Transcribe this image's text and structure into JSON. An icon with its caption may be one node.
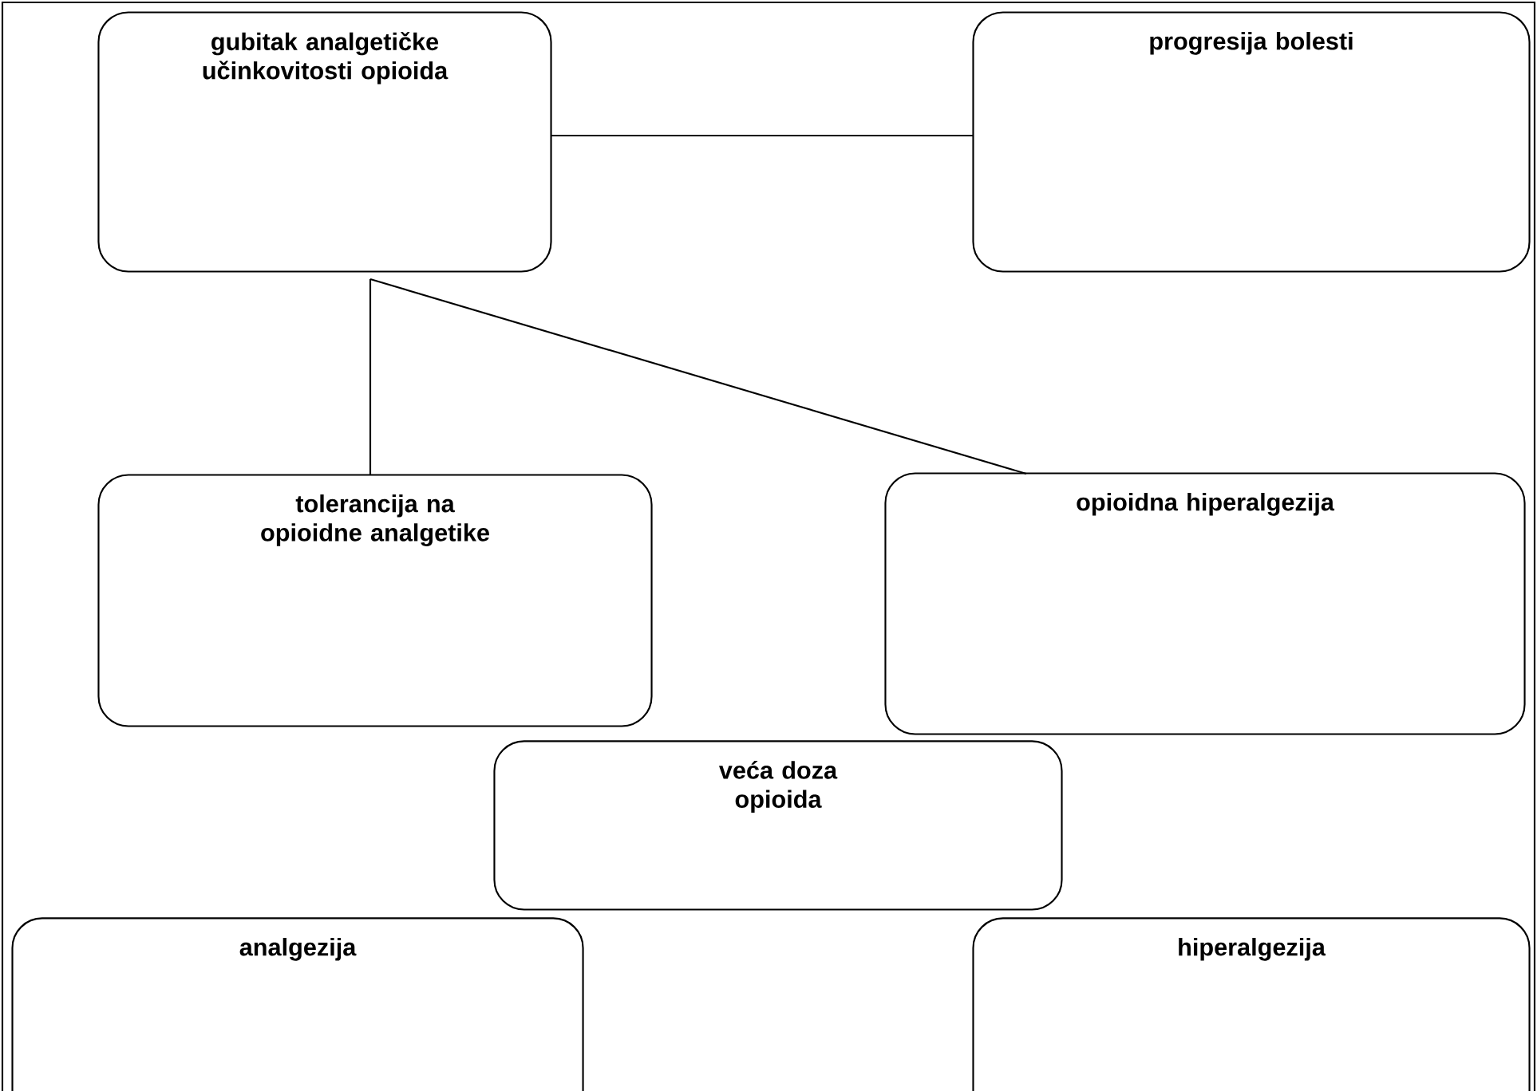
{
  "diagram": {
    "nodes": [
      {
        "text": [
          "gubitak analgetičke učinkovitosti opioida"
        ]
      },
      {
        "text": [
          "progresija bolesti"
        ]
      },
      {
        "text": [
          "tolerancija na opioidne analgetike"
        ]
      },
      {
        "text": [
          "opioidna hiperalgezija"
        ]
      },
      {
        "text": [
          "veća doza opioida"
        ]
      },
      {
        "text": [
          "analgezija"
        ]
      },
      {
        "text": [
          "hiperalgezija"
        ]
      }
    ],
    "edges": [
      {
        "from": 0,
        "to": 1,
        "arrow": "none"
      },
      {
        "from": 0,
        "to": 2,
        "arrow": "none"
      },
      {
        "from": 0,
        "to": 3,
        "arrow": "none"
      }
    ]
  }
}
